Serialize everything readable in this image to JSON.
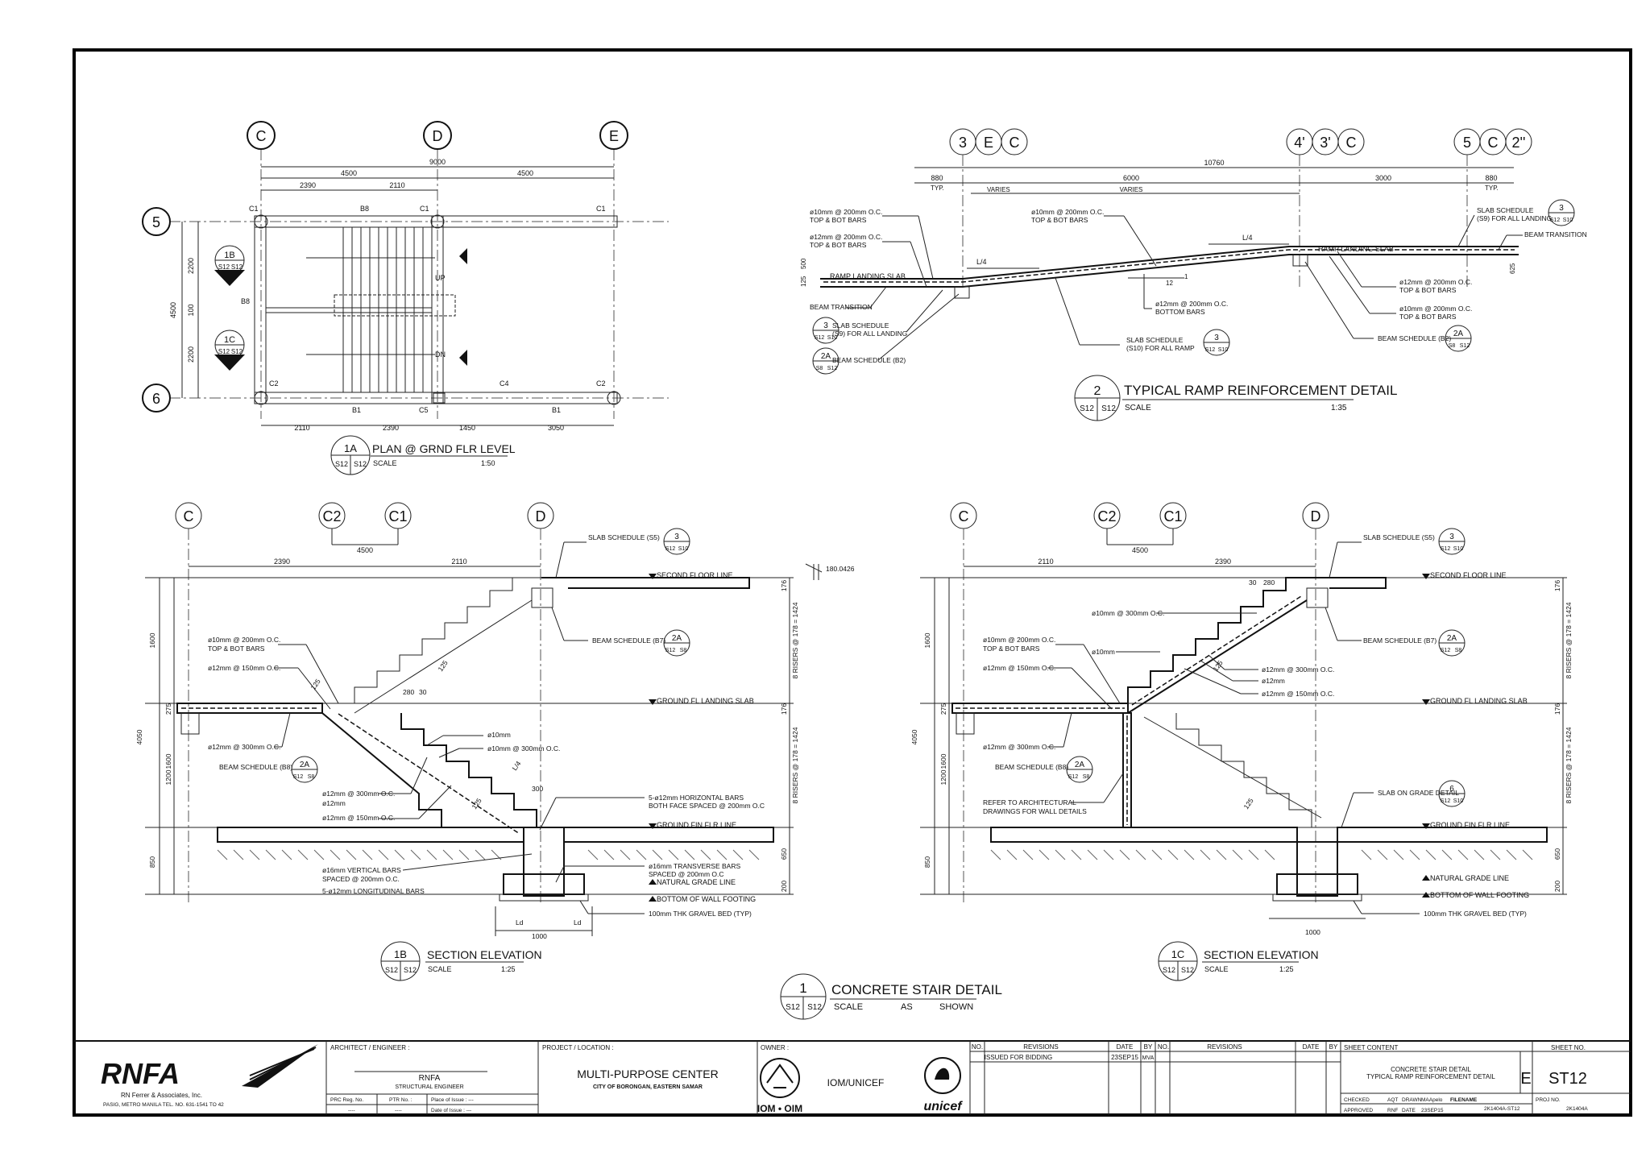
{
  "plan": {
    "grid_cols": [
      "C",
      "D",
      "E"
    ],
    "grid_rows": [
      "5",
      "6"
    ],
    "dims_top_total": "9000",
    "dims_top": [
      "4500",
      "4500"
    ],
    "dims_top_sub": [
      "2390",
      "2110"
    ],
    "dims_bottom": [
      "2110",
      "2390",
      "1450",
      "3050"
    ],
    "dims_left": [
      "2200",
      "100",
      "2200"
    ],
    "dim_left_total": "4500",
    "labels": {
      "c1a": "C1",
      "c1b": "C1",
      "c1c": "C1",
      "c2a": "C2",
      "c2b": "C2",
      "c4": "C4",
      "c5": "C5",
      "b8a": "B8",
      "b8b": "B8",
      "b1a": "B1",
      "b1b": "B1",
      "up": "UP",
      "dn": "DN"
    },
    "markers": [
      {
        "id": "1B",
        "s": [
          "S12",
          "S12"
        ]
      },
      {
        "id": "1C",
        "s": [
          "S12",
          "S12"
        ]
      }
    ],
    "title": {
      "num": "1A",
      "s": [
        "S12",
        "S12"
      ],
      "text": "PLAN @ GRND FLR LEVEL",
      "scale_label": "SCALE",
      "scale": "1:50"
    }
  },
  "ramp": {
    "grid_heads": [
      "3",
      "E",
      "C",
      "4'",
      "3'",
      "C",
      "5",
      "C",
      "2''"
    ],
    "dims_total": "10760",
    "dims": [
      "880",
      "6000",
      "3000",
      "880"
    ],
    "dim_typ": [
      "TYP.",
      "TYP."
    ],
    "varies": [
      "VARIES",
      "VARIES"
    ],
    "notes": {
      "n1a": "ø10mm @ 200mm O.C.",
      "n1b": "TOP & BOT BARS",
      "n2a": "ø12mm @ 200mm O.C.",
      "n2b": "TOP & BOT BARS",
      "n3a": "ø10mm @ 200mm O.C.",
      "n3b": "TOP & BOT BARS",
      "n4": "RAMP LANDING SLAB",
      "n5": "RAMP LANDING SLAB",
      "n6": "BEAM TRANSITION",
      "n7": "BEAM TRANSITION",
      "n8a": "SLAB SCHEDULE",
      "n8b": "(S9) FOR ALL LANDING",
      "n9a": "SLAB SCHEDULE",
      "n9b": "(S9) FOR ALL LANDING",
      "n10": "BEAM SCHEDULE (B2)",
      "n11": "BEAM SCHEDULE (B2)",
      "n12a": "SLAB SCHEDULE",
      "n12b": "(S10) FOR ALL RAMP",
      "n13a": "ø12mm @ 200mm O.C.",
      "n13b": "BOTTOM BARS",
      "n14a": "ø12mm @ 200mm O.C.",
      "n14b": "TOP & BOT BARS",
      "n15a": "ø10mm @ 200mm O.C.",
      "n15b": "TOP & BOT BARS",
      "l4a": "L/4",
      "l4b": "L/4",
      "slope_a": "1",
      "slope_b": "12",
      "d500": "500",
      "d125": "125",
      "d625": "625"
    },
    "markers": [
      {
        "id": "3",
        "s": [
          "S12",
          "S10"
        ]
      },
      {
        "id": "3",
        "s": [
          "S12",
          "S10"
        ]
      },
      {
        "id": "3",
        "s": [
          "S12",
          "S10"
        ]
      },
      {
        "id": "2A",
        "s": [
          "S8",
          "S12"
        ]
      },
      {
        "id": "2A",
        "s": [
          "S8",
          "S12"
        ]
      }
    ],
    "title": {
      "num": "2",
      "s": [
        "S12",
        "S12"
      ],
      "text": "TYPICAL RAMP REINFORCEMENT DETAIL",
      "scale_label": "SCALE",
      "scale": "1:35"
    }
  },
  "sec1b": {
    "grid_heads": [
      "C",
      "C2",
      "C1",
      "D"
    ],
    "dim_top": "4500",
    "dims": [
      "2390",
      "2110"
    ],
    "levels": [
      "SECOND FLOOR LINE",
      "GROUND FL LANDING SLAB",
      "GROUND FIN FLR LINE",
      "NATURAL GRADE LINE",
      "BOTTOM OF WALL FOOTING"
    ],
    "left_dims": [
      "1600",
      "275",
      "1600",
      "1200",
      "850",
      "4050"
    ],
    "right_dims": [
      "176",
      "8 RISERS @ 178 = 1424",
      "176",
      "8 RISERS @ 178 = 1424",
      "650",
      "200"
    ],
    "notes": {
      "a": "SLAB SCHEDULE (S5)",
      "b": "BEAM SCHEDULE (B7)",
      "c1": "ø10mm @ 200mm O.C.",
      "c2": "TOP & BOT BARS",
      "d": "ø12mm @ 150mm O.C.",
      "e": "ø12mm @ 300mm O.C.",
      "f": "BEAM SCHEDULE (B8)",
      "g": "ø10mm",
      "h": "ø10mm @ 300mm O.C.",
      "i": "ø12mm @ 300mm O.C.",
      "j": "ø12mm",
      "k": "ø12mm @ 150mm O.C.",
      "l1": "5-ø12mm HORIZONTAL BARS",
      "l2": "BOTH FACE SPACED @ 200mm O.C",
      "m1": "ø16mm VERTICAL BARS",
      "m2": "SPACED @ 200mm O.C.",
      "n": "5-ø12mm LONGITUDINAL BARS",
      "o1": "ø16mm TRANSVERSE BARS",
      "o2": "SPACED @ 200mm O.C",
      "p": "100mm THK GRAVEL BED (TYP)",
      "d280": "280",
      "d30": "30",
      "d300": "300",
      "d125a": "125",
      "d125b": "125",
      "d125c": "125",
      "dl4": "L/4",
      "ld1": "Ld",
      "ld2": "Ld",
      "w1000": "1000",
      "rail": "180.0426"
    },
    "markers": [
      {
        "id": "3",
        "s": [
          "S12",
          "S10"
        ]
      },
      {
        "id": "2A",
        "s": [
          "S12",
          "S8"
        ]
      },
      {
        "id": "2A",
        "s": [
          "S12",
          "S8"
        ]
      }
    ],
    "title": {
      "num": "1B",
      "s": [
        "S12",
        "S12"
      ],
      "text": "SECTION ELEVATION",
      "scale_label": "SCALE",
      "scale": "1:25"
    }
  },
  "sec1c": {
    "grid_heads": [
      "C",
      "C2",
      "C1",
      "D"
    ],
    "dim_top": "4500",
    "dims": [
      "2110",
      "2390"
    ],
    "levels": [
      "SECOND FLOOR LINE",
      "GROUND FL LANDING SLAB",
      "GROUND FIN FLR LINE",
      "NATURAL GRADE LINE",
      "BOTTOM OF WALL FOOTING"
    ],
    "left_dims": [
      "1600",
      "275",
      "1600",
      "1200",
      "850",
      "4050"
    ],
    "right_dims": [
      "176",
      "8 RISERS @ 178 = 1424",
      "176",
      "8 RISERS @ 178 = 1424",
      "650",
      "200"
    ],
    "notes": {
      "a": "SLAB SCHEDULE (S5)",
      "b": "BEAM SCHEDULE (B7)",
      "c": "ø10mm @ 300mm O.C.",
      "d1": "ø10mm @ 200mm O.C.",
      "d2": "TOP & BOT BARS",
      "e": "ø10mm",
      "f": "ø12mm @ 150mm O.C.",
      "g": "ø12mm @ 300mm O.C.",
      "h": "ø12mm",
      "i": "ø12mm @ 150mm O.C.",
      "j": "ø12mm @ 300mm O.C.",
      "k": "BEAM SCHEDULE (B8)",
      "l1": "REFER TO ARCHITECTURAL",
      "l2": "DRAWINGS FOR WALL DETAILS",
      "m": "SLAB ON GRADE DETAIL",
      "p": "100mm THK GRAVEL BED (TYP)",
      "d30": "30",
      "d280": "280",
      "d125a": "125",
      "d125b": "125",
      "w1000": "1000"
    },
    "markers": [
      {
        "id": "3",
        "s": [
          "S12",
          "S10"
        ]
      },
      {
        "id": "2A",
        "s": [
          "S12",
          "S8"
        ]
      },
      {
        "id": "2A",
        "s": [
          "S12",
          "S8"
        ]
      },
      {
        "id": "6",
        "s": [
          "S12",
          "S10"
        ]
      }
    ],
    "title": {
      "num": "1C",
      "s": [
        "S12",
        "S12"
      ],
      "text": "SECTION ELEVATION",
      "scale_label": "SCALE",
      "scale": "1:25"
    }
  },
  "main_title": {
    "num": "1",
    "s": [
      "S12",
      "S12"
    ],
    "text": "CONCRETE STAIR DETAIL",
    "scale_label": "SCALE",
    "scale_as": "AS",
    "scale_shown": "SHOWN"
  },
  "title_block": {
    "logo": "RNFA",
    "firm": "RN Ferrer & Associates, Inc.",
    "firm_addr": "PASIG, METRO MANILA  TEL. NO. 631-1541 TO 42",
    "architect_label": "ARCHITECT / ENGINEER :",
    "engineer_name": "RNFA",
    "engineer_role": "STRUCTURAL ENGINEER",
    "prc_label": "PRC Reg. No.",
    "ptr_label": "PTR No. :",
    "place_label": "Place of Issue : ---",
    "date_label": "Date of Issue : ---",
    "prc_val": "----",
    "ptr_val": "----",
    "project_label": "PROJECT / LOCATION :",
    "project": "MULTI-PURPOSE CENTER",
    "location": "CITY OF BORONGAN, EASTERN SAMAR",
    "owner_label": "OWNER :",
    "owner": "IOM/UNICEF",
    "iom": "IOM • OIM",
    "unicef": "unicef",
    "rev_headers": [
      "NO.",
      "REVISIONS",
      "DATE",
      "BY",
      "NO.",
      "REVISIONS",
      "DATE",
      "BY"
    ],
    "rev_row": {
      "desc": "ISSUED FOR BIDDING",
      "date": "23SEP15",
      "by": "MVA"
    },
    "sheet_content_label": "SHEET CONTENT",
    "sheet_content_1": "CONCRETE STAIR DETAIL",
    "sheet_content_2": "TYPICAL RAMP REINFORCEMENT DETAIL",
    "sheet_no_label": "SHEET NO.",
    "sheet_prefix": "E",
    "sheet_no": "ST12",
    "checked_label": "CHECKED",
    "checked_val": "AQT",
    "drawn_label": "DRAWN",
    "drawn_val": "MAApelo",
    "approved_label": "APPROVED",
    "approved_val": "RNF",
    "date_label2": "DATE",
    "date_val": "23SEP15",
    "filename_label": "FILENAME",
    "filename": "2K1404A-ST12",
    "proj_no_label": "PROJ NO.",
    "proj_no": "2K1404A"
  }
}
